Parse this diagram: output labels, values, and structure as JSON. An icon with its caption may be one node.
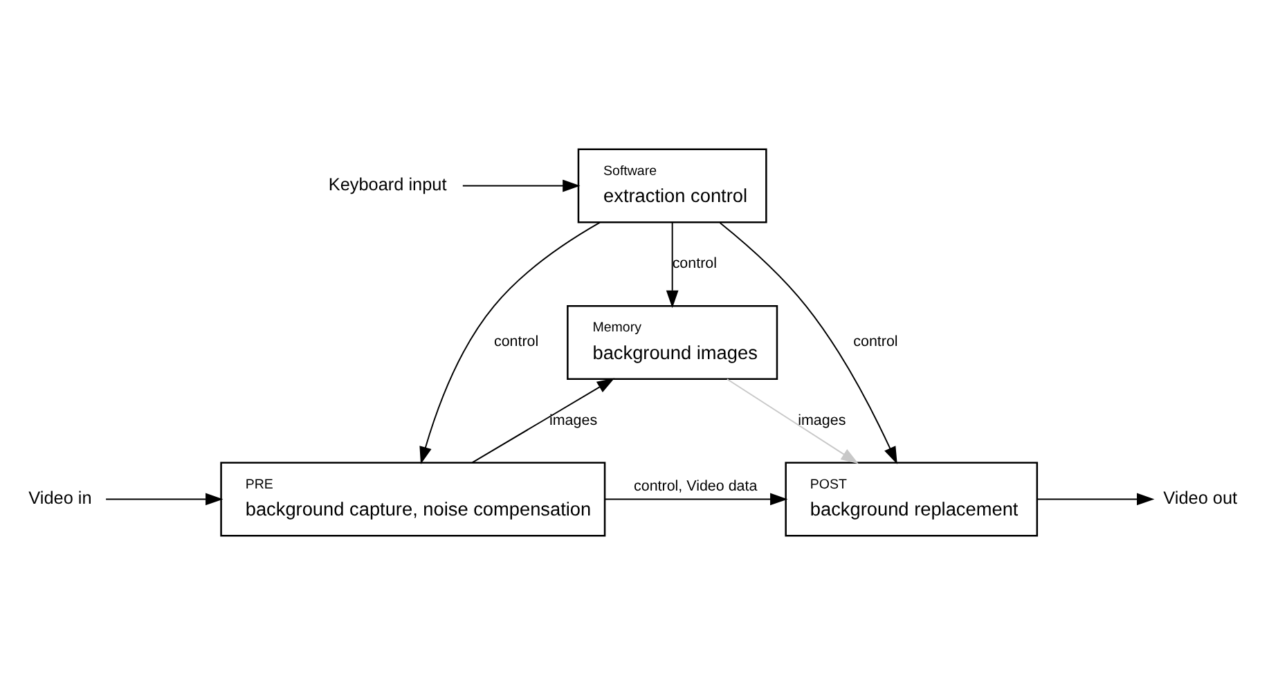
{
  "diagram": {
    "nodes": [
      {
        "text": [
          "Keyboard input"
        ]
      },
      {
        "text": [
          "Software",
          "extraction control"
        ]
      },
      {
        "text": [
          "Memory",
          "background images"
        ]
      },
      {
        "text": [
          "Video in"
        ]
      },
      {
        "text": [
          "PRE",
          "background capture, noise compensation"
        ]
      },
      {
        "text": [
          "POST",
          "background replacement"
        ]
      },
      {
        "text": [
          "Video out"
        ]
      }
    ],
    "edges": [
      {
        "from": 0,
        "to": 1,
        "arrow": "to"
      },
      {
        "from": 1,
        "to": 2,
        "arrow": "to",
        "label": "control"
      },
      {
        "from": 1,
        "to": 4,
        "arrow": "to",
        "label": "control"
      },
      {
        "from": 1,
        "to": 5,
        "arrow": "to",
        "label": "control"
      },
      {
        "from": 4,
        "to": 2,
        "arrow": "to",
        "label": "images"
      },
      {
        "from": 2,
        "to": 5,
        "arrow": "to",
        "label": "images",
        "color": "#c8c8c8"
      },
      {
        "from": 3,
        "to": 4,
        "arrow": "to"
      },
      {
        "from": 4,
        "to": 5,
        "arrow": "to",
        "label": "control, Video data"
      },
      {
        "from": 5,
        "to": 6,
        "arrow": "to"
      }
    ]
  }
}
